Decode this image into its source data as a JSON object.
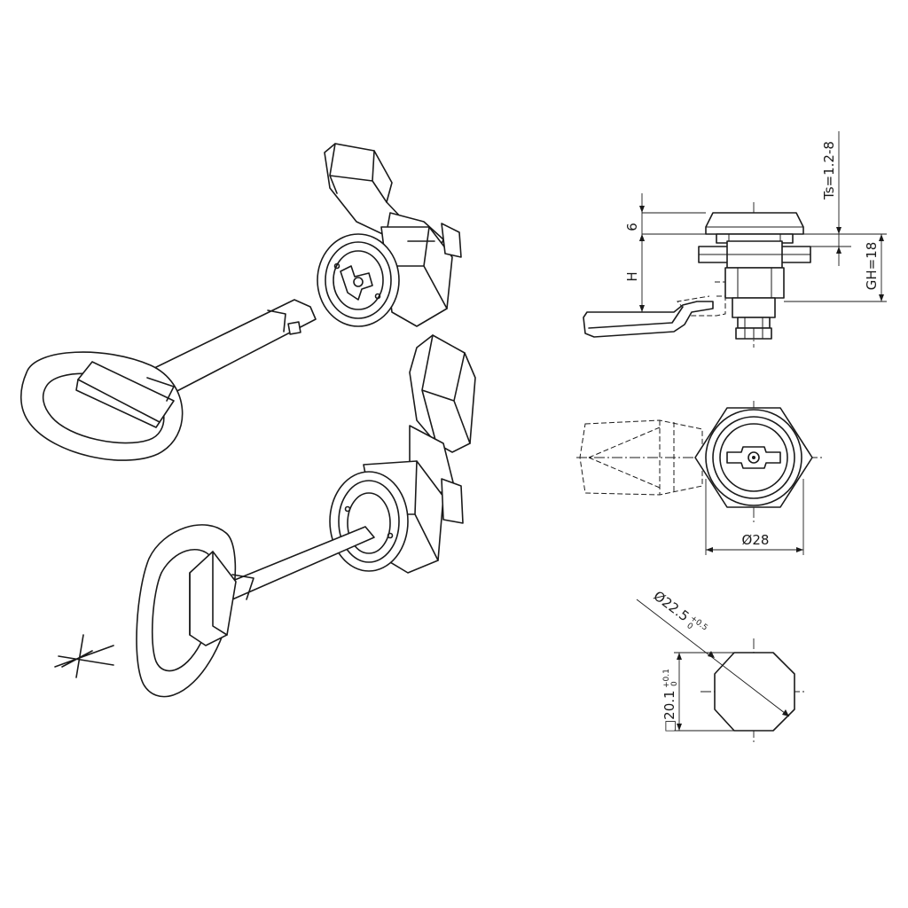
{
  "dimensions": {
    "six": "6",
    "ts": "Ts=1.2-8",
    "h": "H",
    "gh": "GH=18",
    "dia28": "Ø28",
    "dia225": "Ø22.5",
    "dia225_tol_upper": "+0.5",
    "dia225_tol_lower": "0",
    "sq201": "□20.1",
    "sq201_tol_upper": "+0.1",
    "sq201_tol_lower": "0"
  },
  "symbols": {
    "projection": "projection-symbol"
  }
}
